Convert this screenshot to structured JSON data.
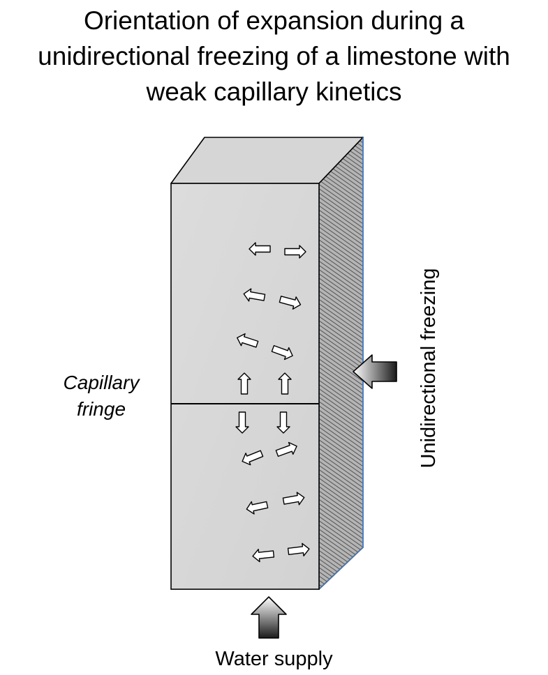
{
  "title": {
    "line1": "Orientation of expansion during a",
    "line2": "unidirectional freezing of a limestone with",
    "line3": "weak capillary kinetics"
  },
  "labels": {
    "capillary_fringe_line1": "Capillary",
    "capillary_fringe_line2": "fringe",
    "unidirectional_freezing": "Unidirectional freezing",
    "water_supply": "Water supply"
  },
  "colors": {
    "block_front": "#d9d9d9",
    "block_top": "#d6d6d6",
    "block_side": "#8f8f8f",
    "side_edge": "#4a7fc1",
    "outline": "#000000",
    "arrow_fill": "#ffffff"
  },
  "icons": {
    "expansion_arrows": "hollow-arrow-icon",
    "freezing_arrow": "gradient-arrow-icon",
    "water_arrow": "gradient-arrow-icon"
  }
}
